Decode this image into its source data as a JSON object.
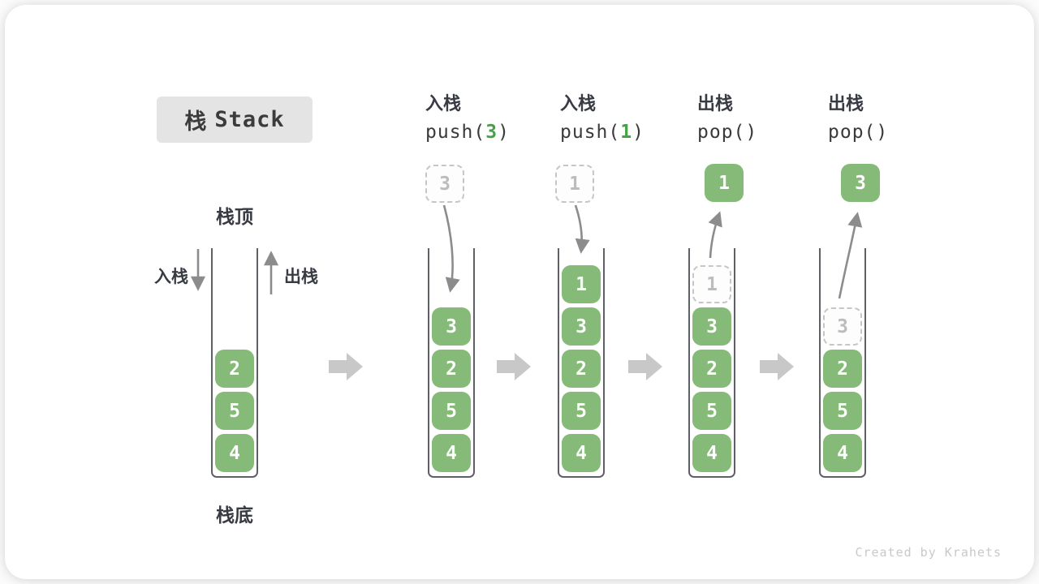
{
  "title": {
    "cjk": "栈",
    "latin": "Stack"
  },
  "side_labels": {
    "top": "栈顶",
    "bottom": "栈底",
    "push": "入栈",
    "pop": "出栈"
  },
  "operations": [
    {
      "label": "入栈",
      "code_pre": "push(",
      "code_arg": "3",
      "code_post": ")"
    },
    {
      "label": "入栈",
      "code_pre": "push(",
      "code_arg": "1",
      "code_post": ")"
    },
    {
      "label": "出栈",
      "code_pre": "pop(",
      "code_arg": "",
      "code_post": ")"
    },
    {
      "label": "出栈",
      "code_pre": "pop(",
      "code_arg": "",
      "code_post": ")"
    }
  ],
  "floating_boxes": [
    {
      "value": "3",
      "style": "dashed"
    },
    {
      "value": "1",
      "style": "dashed"
    },
    {
      "value": "1",
      "style": "solid"
    },
    {
      "value": "3",
      "style": "solid"
    }
  ],
  "stacks": [
    {
      "cells": [
        {
          "v": "2",
          "style": "solid"
        },
        {
          "v": "5",
          "style": "solid"
        },
        {
          "v": "4",
          "style": "solid"
        }
      ]
    },
    {
      "cells": [
        {
          "v": "3",
          "style": "solid"
        },
        {
          "v": "2",
          "style": "solid"
        },
        {
          "v": "5",
          "style": "solid"
        },
        {
          "v": "4",
          "style": "solid"
        }
      ]
    },
    {
      "cells": [
        {
          "v": "1",
          "style": "solid"
        },
        {
          "v": "3",
          "style": "solid"
        },
        {
          "v": "2",
          "style": "solid"
        },
        {
          "v": "5",
          "style": "solid"
        },
        {
          "v": "4",
          "style": "solid"
        }
      ]
    },
    {
      "cells": [
        {
          "v": "1",
          "style": "dashed"
        },
        {
          "v": "3",
          "style": "solid"
        },
        {
          "v": "2",
          "style": "solid"
        },
        {
          "v": "5",
          "style": "solid"
        },
        {
          "v": "4",
          "style": "solid"
        }
      ]
    },
    {
      "cells": [
        {
          "v": "3",
          "style": "dashed"
        },
        {
          "v": "2",
          "style": "solid"
        },
        {
          "v": "5",
          "style": "solid"
        },
        {
          "v": "4",
          "style": "solid"
        }
      ]
    }
  ],
  "footer": "Created by Krahets",
  "colors": {
    "green": "#85ba78",
    "green_code_text": "#47a247",
    "text_dark": "#383b42",
    "dashed_border": "#c6c6c6",
    "dashed_text": "#bcbcbc",
    "container_wall": "#5d6064",
    "flow_arrow": "#8c8c8c",
    "block_arrow": "#c8c8c8",
    "title_bg": "#e4e4e4",
    "footer_text": "#c9c9c9"
  }
}
